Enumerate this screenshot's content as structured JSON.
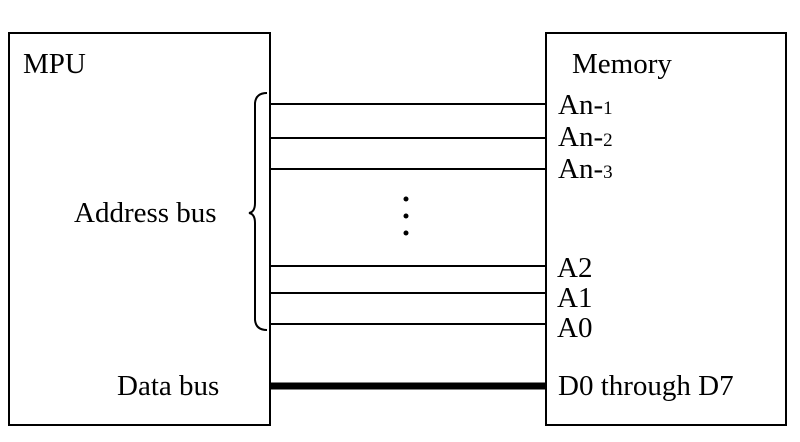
{
  "mpu": {
    "title": "MPU",
    "address_bus_label": "Address bus",
    "data_bus_label": "Data bus"
  },
  "memory": {
    "title": "Memory",
    "address_lines": [
      {
        "base": "An-",
        "sub": "1"
      },
      {
        "base": "An-",
        "sub": "2"
      },
      {
        "base": "An-",
        "sub": "3"
      },
      {
        "base": "A2",
        "sub": ""
      },
      {
        "base": "A1",
        "sub": ""
      },
      {
        "base": "A0",
        "sub": ""
      }
    ],
    "data_lines": "D0 through D7"
  },
  "ellipsis": "⋮",
  "colors": {
    "stroke": "#000000",
    "background": "#ffffff"
  }
}
